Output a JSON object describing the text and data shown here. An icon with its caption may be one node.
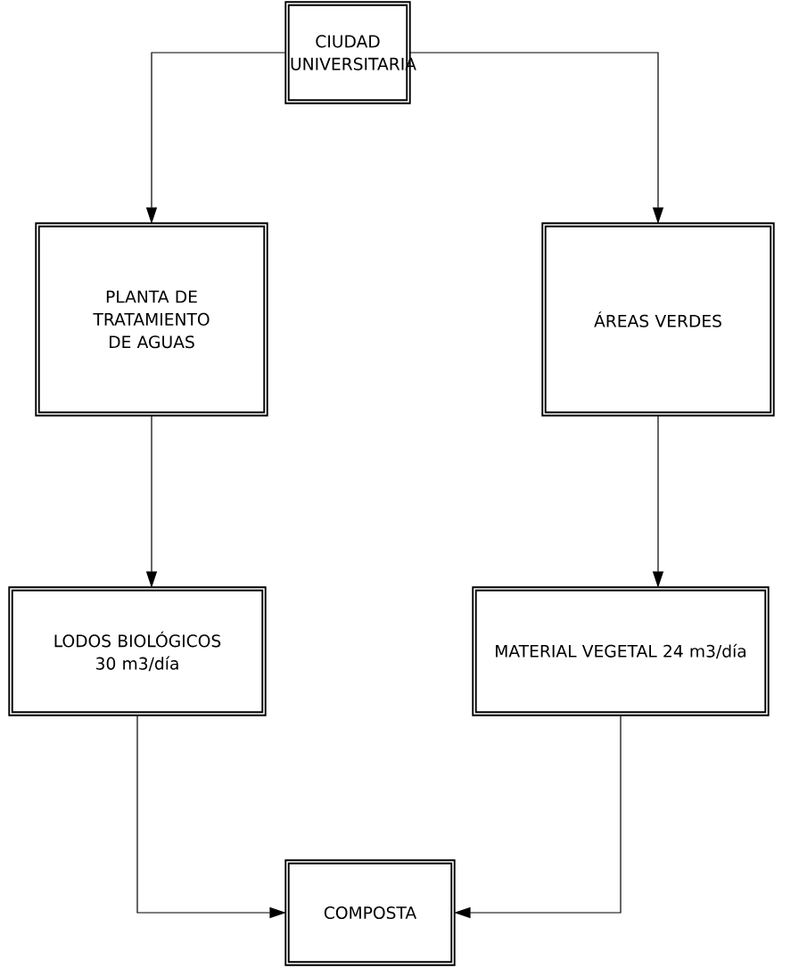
{
  "diagram": {
    "nodes": [
      {
        "text": [
          "CIUDAD UNIVERSITARIA"
        ]
      },
      {
        "text": [
          "PLANTA DE TRATAMIENTO DE AGUAS"
        ]
      },
      {
        "text": [
          "ÁREAS VERDES"
        ]
      },
      {
        "text": [
          "LODOS BIOLÓGICOS 30 m3/día"
        ]
      },
      {
        "text": [
          "MATERIAL VEGETAL 24 m3/día"
        ]
      },
      {
        "text": [
          "COMPOSTA"
        ]
      }
    ],
    "edges": [
      {
        "from": 0,
        "to": 1,
        "arrow": "to"
      },
      {
        "from": 0,
        "to": 2,
        "arrow": "to"
      },
      {
        "from": 1,
        "to": 3,
        "arrow": "to"
      },
      {
        "from": 2,
        "to": 4,
        "arrow": "to"
      },
      {
        "from": 3,
        "to": 5,
        "arrow": "to"
      },
      {
        "from": 4,
        "to": 5,
        "arrow": "to"
      }
    ]
  }
}
